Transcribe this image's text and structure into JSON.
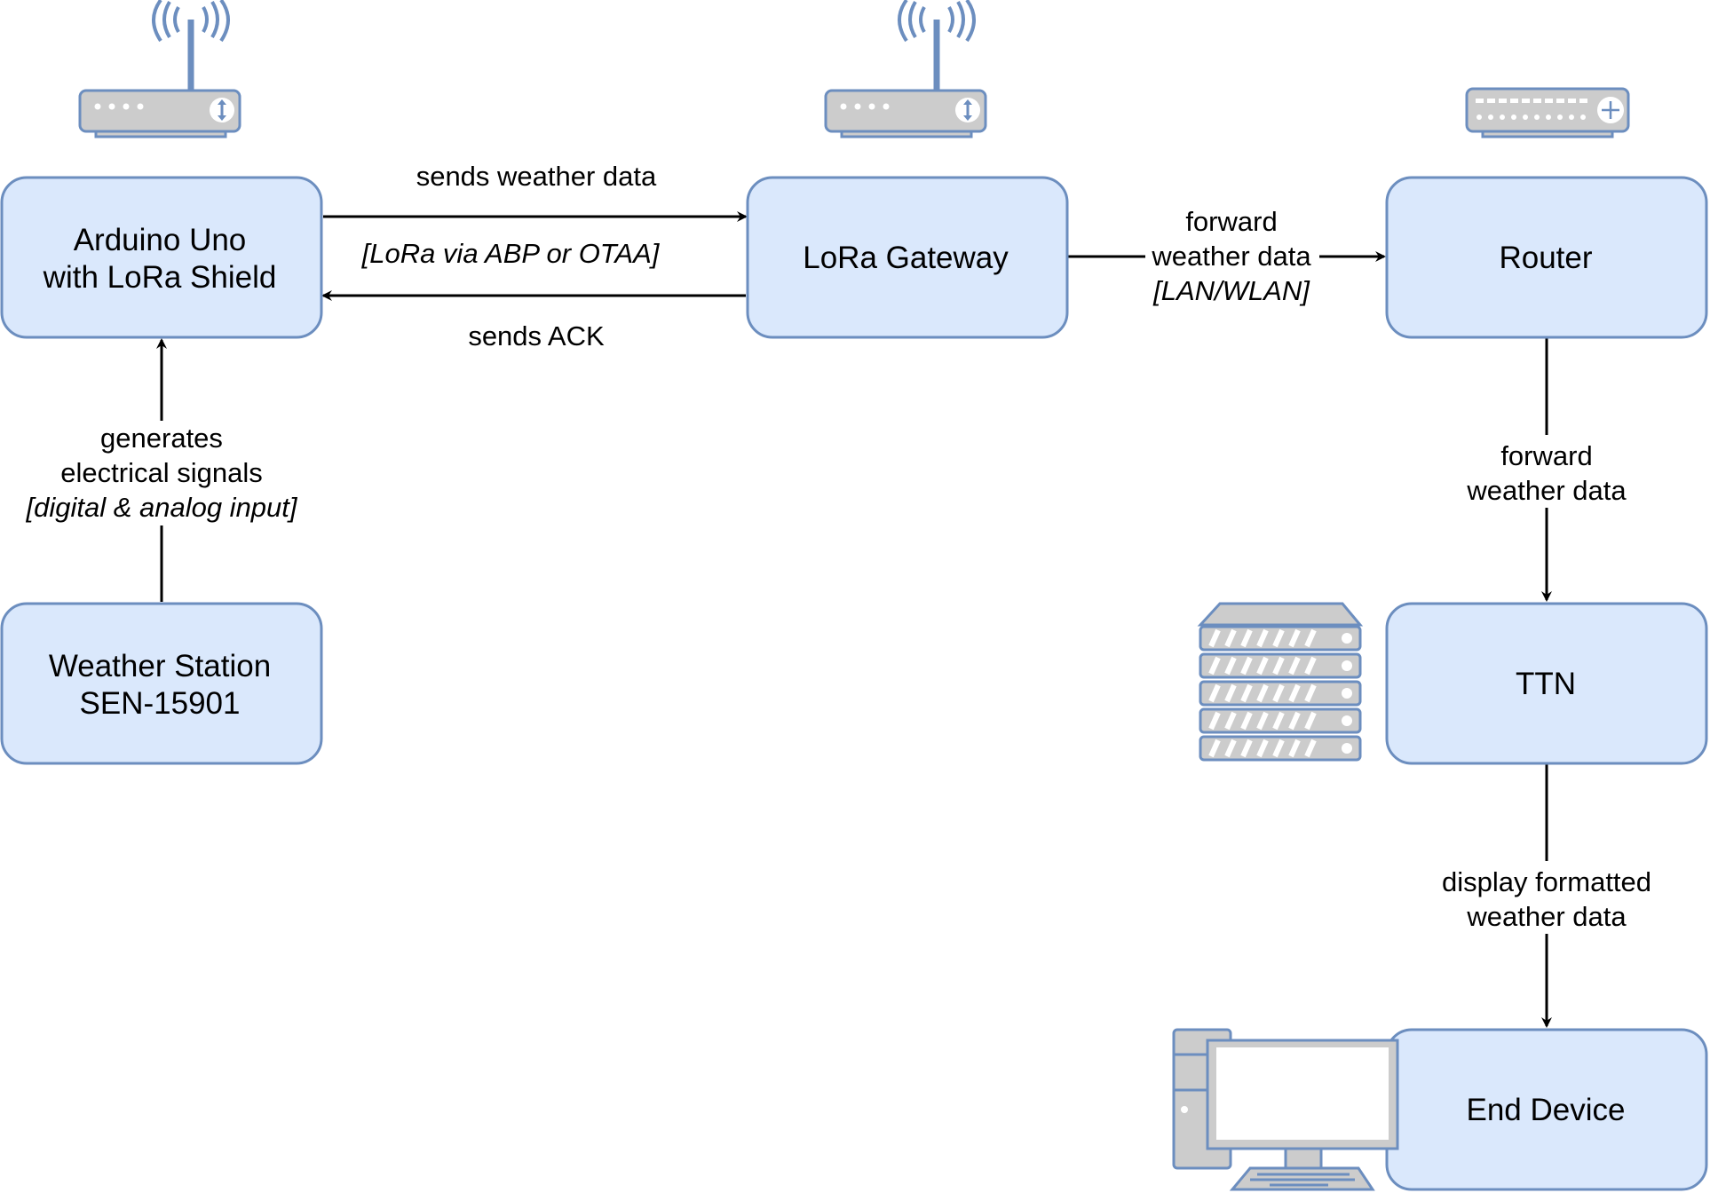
{
  "colors": {
    "node_fill": "#dae8fc",
    "node_stroke": "#6c8ebf",
    "icon_fill": "#cccccc",
    "edge": "#000000"
  },
  "nodes": {
    "arduino": {
      "line1": "Arduino Uno",
      "line2": "with LoRa Shield",
      "icon": "wireless-router-icon"
    },
    "gateway": {
      "line1": "LoRa Gateway",
      "icon": "wireless-router-icon"
    },
    "router": {
      "line1": "Router",
      "icon": "switch-icon"
    },
    "weather_station": {
      "line1": "Weather Station",
      "line2": "SEN-15901"
    },
    "ttn": {
      "line1": "TTN",
      "icon": "server-rack-icon"
    },
    "end_device": {
      "line1": "End Device",
      "icon": "desktop-computer-icon"
    }
  },
  "edges": {
    "arduino_to_gateway": {
      "label": "sends weather data"
    },
    "lora_mode": {
      "label": "[LoRa via ABP or OTAA]"
    },
    "gateway_to_arduino": {
      "label": "sends ACK"
    },
    "gateway_to_router": {
      "line1": "forward",
      "line2": "weather data",
      "line3": "[LAN/WLAN]"
    },
    "station_to_arduino": {
      "line1": "generates",
      "line2": "electrical signals",
      "line3": "[digital & analog input]"
    },
    "router_to_ttn": {
      "line1": "forward",
      "line2": "weather data"
    },
    "ttn_to_end_device": {
      "line1": "display formatted",
      "line2": "weather data"
    }
  }
}
